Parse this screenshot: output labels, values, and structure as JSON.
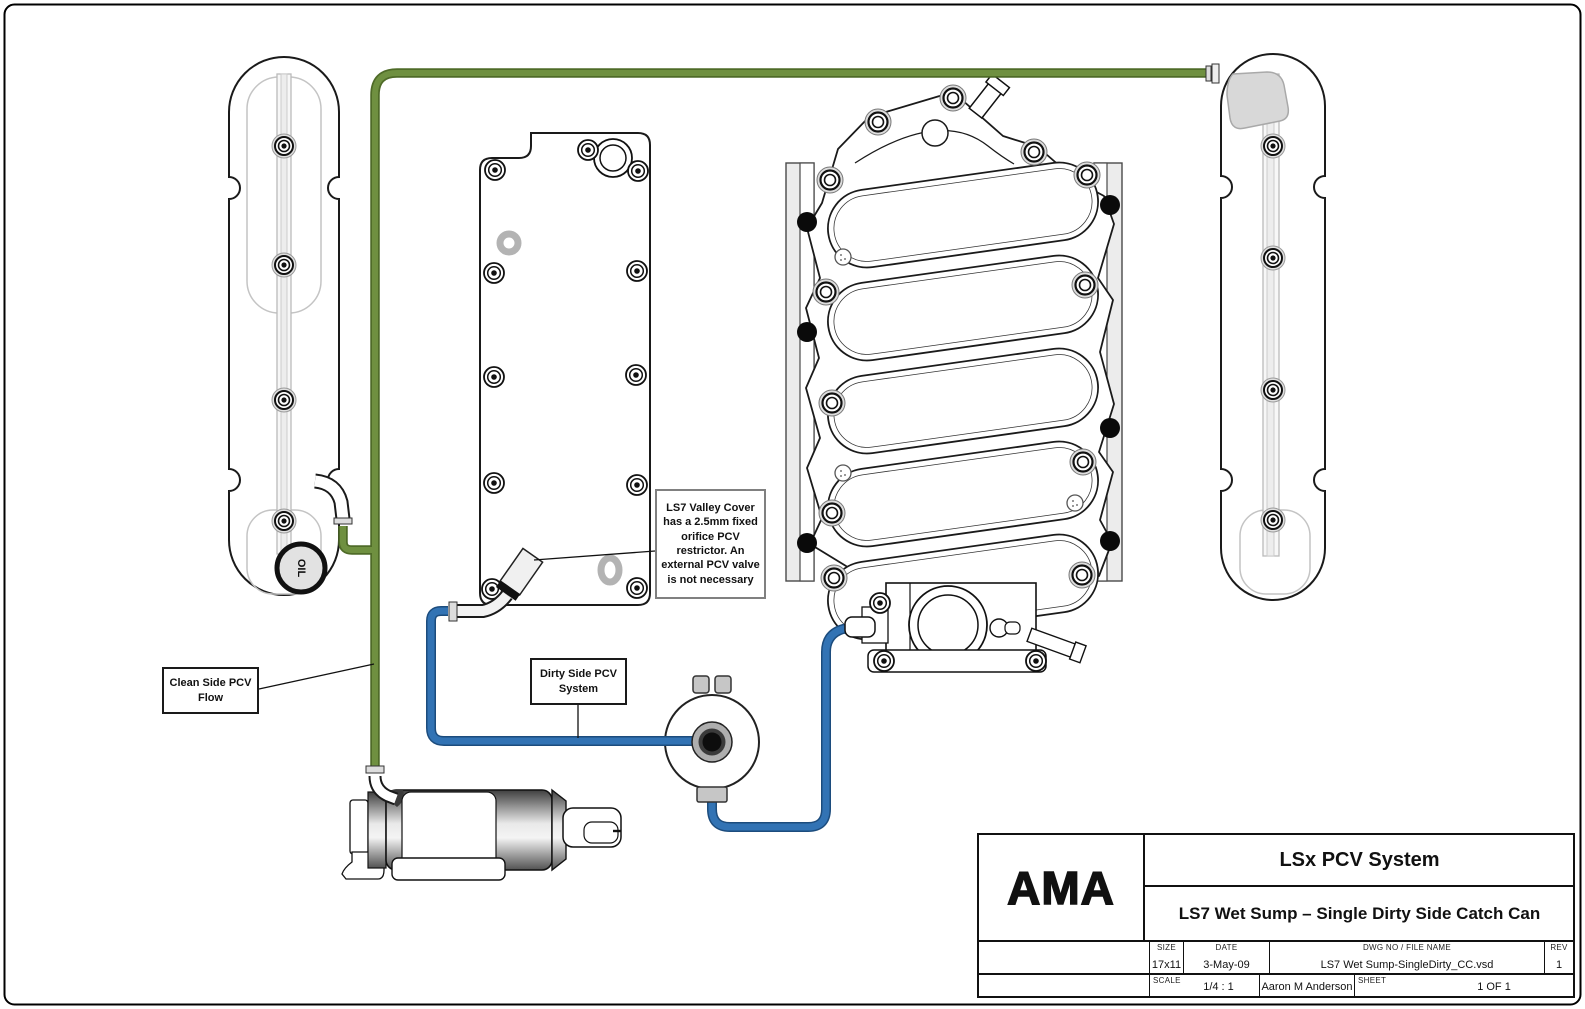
{
  "diagram": {
    "labels": {
      "clean_side": "Clean Side PCV Flow",
      "dirty_side": "Dirty Side PCV System",
      "valley_note": "LS7 Valley Cover has a 2.5mm fixed orifice PCV restrictor. An external PCV valve is not necessary",
      "oil_cap": "OIL"
    },
    "colors": {
      "clean_hose": "#6F9040",
      "clean_hose_edge": "#4F6B28",
      "dirty_hose": "#3273B4",
      "dirty_hose_edge": "#1C4C7D"
    }
  },
  "title_block": {
    "company": "AMA",
    "system_title": "LSx PCV System",
    "drawing_title": "LS7 Wet Sump – Single Dirty Side Catch Can",
    "size": {
      "label": "SIZE",
      "value": "17x11"
    },
    "date": {
      "label": "DATE",
      "value": "3-May-09"
    },
    "dwg": {
      "label": "DWG NO / FILE NAME",
      "value": "LS7 Wet Sump-SingleDirty_CC.vsd"
    },
    "rev": {
      "label": "REV",
      "value": "1"
    },
    "scale": {
      "label": "SCALE",
      "value": "1/4 : 1"
    },
    "author": "Aaron M Anderson",
    "sheet": {
      "label": "SHEET",
      "value": "1 OF 1"
    }
  }
}
